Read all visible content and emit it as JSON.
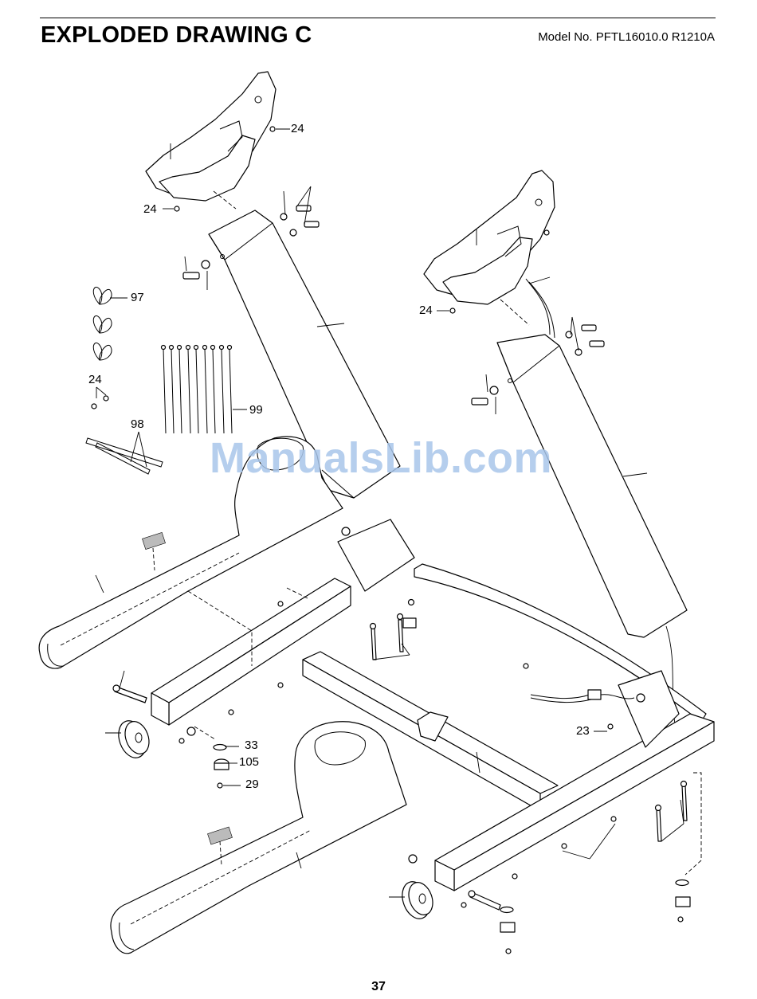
{
  "header": {
    "title": "EXPLODED DRAWING C",
    "model": "Model No. PFTL16010.0 R1210A"
  },
  "footer": {
    "page_number": "37"
  },
  "watermark": "ManualsLib.com",
  "callouts": [
    {
      "id": "c24a",
      "text": "24"
    },
    {
      "id": "c24b",
      "text": "24"
    },
    {
      "id": "c24c",
      "text": "24"
    },
    {
      "id": "c24d",
      "text": "24"
    },
    {
      "id": "c97",
      "text": "97"
    },
    {
      "id": "c98",
      "text": "98"
    },
    {
      "id": "c99",
      "text": "99"
    },
    {
      "id": "c23",
      "text": "23"
    },
    {
      "id": "c33",
      "text": "33"
    },
    {
      "id": "c105",
      "text": "105"
    },
    {
      "id": "c29",
      "text": "29"
    }
  ]
}
